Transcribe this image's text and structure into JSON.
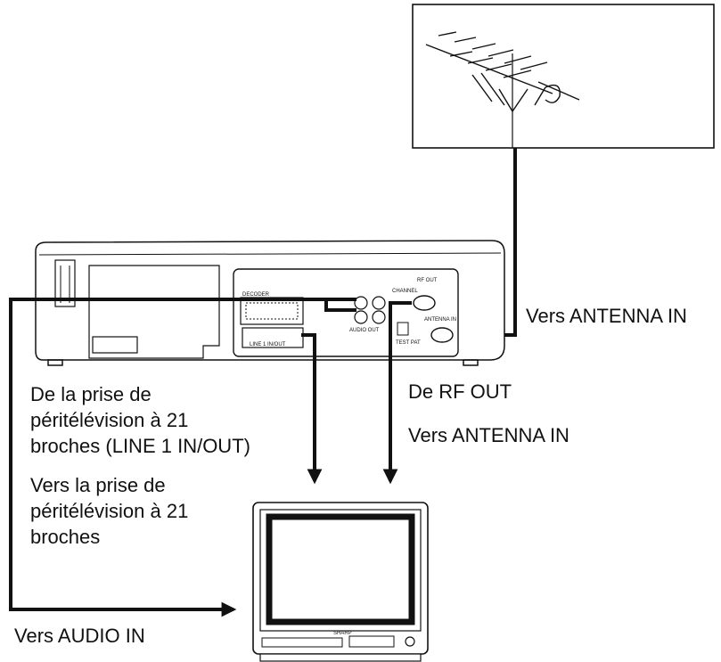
{
  "labels": {
    "to_antenna_in_right": "Vers ANTENNA IN",
    "from_scart": [
      "De la prise de",
      "péritélévision à 21",
      "broches (LINE 1 IN/OUT)"
    ],
    "to_scart": [
      "Vers la prise de",
      "péritélévision à 21",
      "broches"
    ],
    "from_rf_out": "De RF OUT",
    "to_antenna_in_center": "Vers ANTENNA IN",
    "to_audio_in": "Vers AUDIO IN"
  },
  "device_markings": {
    "rf_out": "RF OUT",
    "antenna_in": "ANTENNA IN",
    "audio_out": "AUDIO OUT",
    "channel": "CHANNEL",
    "test_pattern": "TEST PAT",
    "line1": "LINE 1 IN/OUT",
    "decoder": "DECODER",
    "tv_brand": "SHARP"
  },
  "colors": {
    "ink": "#111111",
    "background": "#ffffff"
  }
}
